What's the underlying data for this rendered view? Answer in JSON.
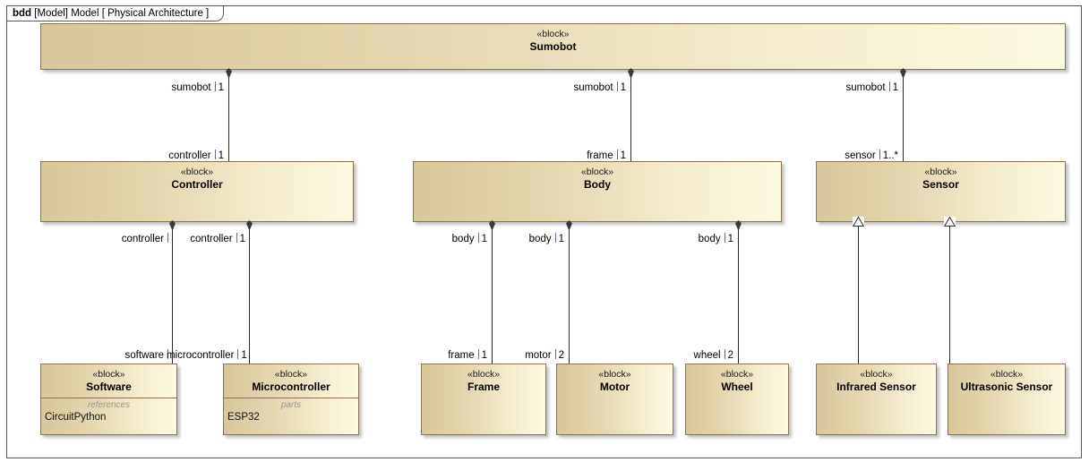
{
  "diagram": {
    "kind": "bdd",
    "header_kind": "bdd",
    "header_rest": "[Model] Model [ Physical Architecture ]",
    "title": "bdd [Model] Model [ Physical Architecture ]",
    "type": "SysML Block Definition Diagram",
    "colors": {
      "block_border": "#8a7350",
      "block_fill_left": "#d7c79b",
      "block_fill_right": "#fdfae3",
      "line": "#2b2b2b",
      "frame_border": "#5a5a5a",
      "compartment_title": "#9a9a8a",
      "canvas": "#ffffff"
    }
  },
  "stereotype": "«block»",
  "blocks": [
    {
      "id": "sumobot",
      "name": "Sumobot",
      "stereotype": "«block»"
    },
    {
      "id": "controller",
      "name": "Controller",
      "stereotype": "«block»"
    },
    {
      "id": "body",
      "name": "Body",
      "stereotype": "«block»"
    },
    {
      "id": "sensor",
      "name": "Sensor",
      "stereotype": "«block»"
    },
    {
      "id": "software",
      "name": "Software",
      "stereotype": "«block»",
      "compartment": {
        "title": "references",
        "items": [
          "CircuitPython"
        ]
      }
    },
    {
      "id": "microcontroller",
      "name": "Microcontroller",
      "stereotype": "«block»",
      "compartment": {
        "title": "parts",
        "items": [
          "ESP32"
        ]
      }
    },
    {
      "id": "frame",
      "name": "Frame",
      "stereotype": "«block»"
    },
    {
      "id": "motor",
      "name": "Motor",
      "stereotype": "«block»"
    },
    {
      "id": "wheel",
      "name": "Wheel",
      "stereotype": "«block»"
    },
    {
      "id": "infrared",
      "name": "Infrared Sensor",
      "stereotype": "«block»"
    },
    {
      "id": "ultrasonic",
      "name": "Ultrasonic Sensor",
      "stereotype": "«block»"
    }
  ],
  "associations": [
    {
      "id": "a1",
      "whole": "Sumobot",
      "part": "Controller",
      "whole_role": "sumobot",
      "whole_mult": "1",
      "part_role": "controller",
      "part_mult": "1"
    },
    {
      "id": "a2",
      "whole": "Sumobot",
      "part": "Body",
      "whole_role": "sumobot",
      "whole_mult": "1",
      "part_role": "frame",
      "part_mult": "1"
    },
    {
      "id": "a3",
      "whole": "Sumobot",
      "part": "Sensor",
      "whole_role": "sumobot",
      "whole_mult": "1",
      "part_role": "sensor",
      "part_mult": "1..*"
    },
    {
      "id": "a4",
      "whole": "Controller",
      "part": "Software",
      "whole_role": "controller",
      "whole_mult": "",
      "part_role": "software",
      "part_mult": ""
    },
    {
      "id": "a5",
      "whole": "Controller",
      "part": "Microcontroller",
      "whole_role": "controller",
      "whole_mult": "1",
      "part_role": "microcontroller",
      "part_mult": "1"
    },
    {
      "id": "a6",
      "whole": "Body",
      "part": "Frame",
      "whole_role": "body",
      "whole_mult": "1",
      "part_role": "frame",
      "part_mult": "1"
    },
    {
      "id": "a7",
      "whole": "Body",
      "part": "Motor",
      "whole_role": "body",
      "whole_mult": "1",
      "part_role": "motor",
      "part_mult": "2"
    },
    {
      "id": "a8",
      "whole": "Body",
      "part": "Wheel",
      "whole_role": "body",
      "whole_mult": "1",
      "part_role": "wheel",
      "part_mult": "2"
    }
  ],
  "generalizations": [
    {
      "id": "g1",
      "general": "Sensor",
      "special": "Infrared Sensor"
    },
    {
      "id": "g2",
      "general": "Sensor",
      "special": "Ultrasonic Sensor"
    }
  ],
  "labels": {
    "sumobot_ctrl_top": {
      "role": "sumobot",
      "mult": "1"
    },
    "sumobot_body_top": {
      "role": "sumobot",
      "mult": "1"
    },
    "sumobot_sensor_top": {
      "role": "sumobot",
      "mult": "1"
    },
    "controller_end": {
      "role": "controller",
      "mult": "1"
    },
    "body_end": {
      "role": "frame",
      "mult": "1"
    },
    "sensor_end": {
      "role": "sensor",
      "mult": "1..*"
    },
    "ctrl_sw_top": {
      "role": "controller",
      "mult": ""
    },
    "ctrl_mc_top": {
      "role": "controller",
      "mult": "1"
    },
    "software_end": {
      "role": "software",
      "mult": ""
    },
    "microcontroller_end": {
      "role": "microcontroller",
      "mult": "1"
    },
    "body_frame_top": {
      "role": "body",
      "mult": "1"
    },
    "body_motor_top": {
      "role": "body",
      "mult": "1"
    },
    "body_wheel_top": {
      "role": "body",
      "mult": "1"
    },
    "frame_end": {
      "role": "frame",
      "mult": "1"
    },
    "motor_end": {
      "role": "motor",
      "mult": "2"
    },
    "wheel_end": {
      "role": "wheel",
      "mult": "2"
    }
  }
}
